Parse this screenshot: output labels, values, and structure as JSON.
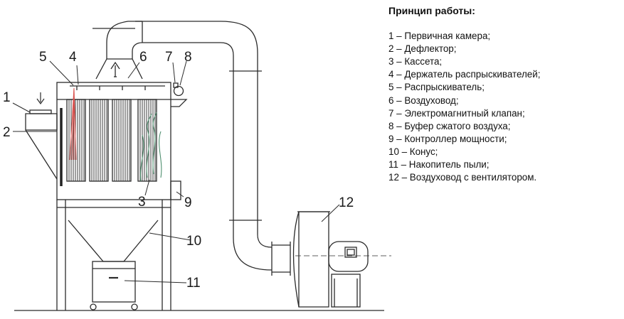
{
  "legend": {
    "title": "Принцип работы:",
    "items": [
      "1 – Первичная камера;",
      "2 – Дефлектор;",
      "3 – Кассета;",
      "4 – Держатель распрыскивателей;",
      "5 – Распрыскиватель;",
      "6 – Воздуховод;",
      "7 – Электромагнитный клапан;",
      "8 – Буфер сжатого воздуха;",
      "9 – Контроллер мощности;",
      "10 – Конус;",
      "11 – Накопитель пыли;",
      "12 – Воздуховод с вентилятором."
    ]
  },
  "callouts": [
    "1",
    "2",
    "3",
    "4",
    "5",
    "6",
    "7",
    "8",
    "9",
    "10",
    "11",
    "12"
  ],
  "colors": {
    "line": "#2b2b2b",
    "spray": "#d9534f",
    "airflow": "#4f8f6f",
    "text": "#111111"
  }
}
